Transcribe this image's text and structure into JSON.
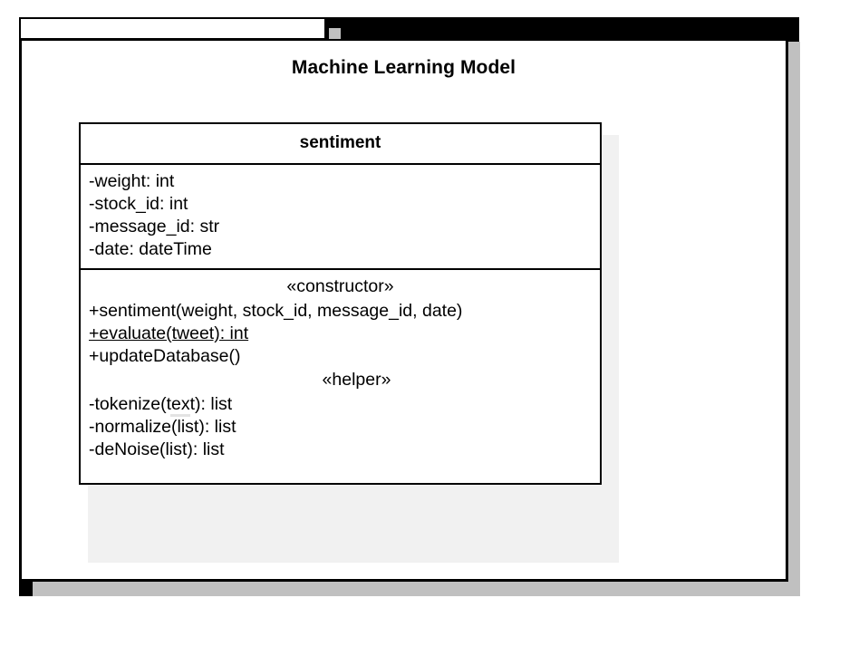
{
  "window": {
    "titlebar_label": "",
    "tab_square_color": "#c0c0c0",
    "frame_color": "#000000",
    "shadow_color": "#c0c0c0",
    "canvas_background": "#ffffff"
  },
  "diagram": {
    "title": "Machine Learning Model",
    "type": "uml-class-diagram",
    "class": {
      "name": "sentiment",
      "attributes": [
        "-weight: int",
        "-stock_id: int",
        "-message_id: str",
        "-date: dateTime"
      ],
      "operation_groups": [
        {
          "stereotype": "«constructor»",
          "operations": [
            {
              "signature": "+sentiment(weight, stock_id, message_id, date)",
              "static": false
            },
            {
              "signature": "+evaluate(tweet): int",
              "static": true
            },
            {
              "signature": "+updateDatabase()",
              "static": false
            }
          ]
        },
        {
          "stereotype": "«helper»",
          "operations": [
            {
              "signature": "-tokenize(text): list",
              "static": false
            },
            {
              "signature": "-normalize(list): list",
              "static": false
            },
            {
              "signature": "-deNoise(list): list",
              "static": false
            }
          ]
        }
      ]
    }
  }
}
